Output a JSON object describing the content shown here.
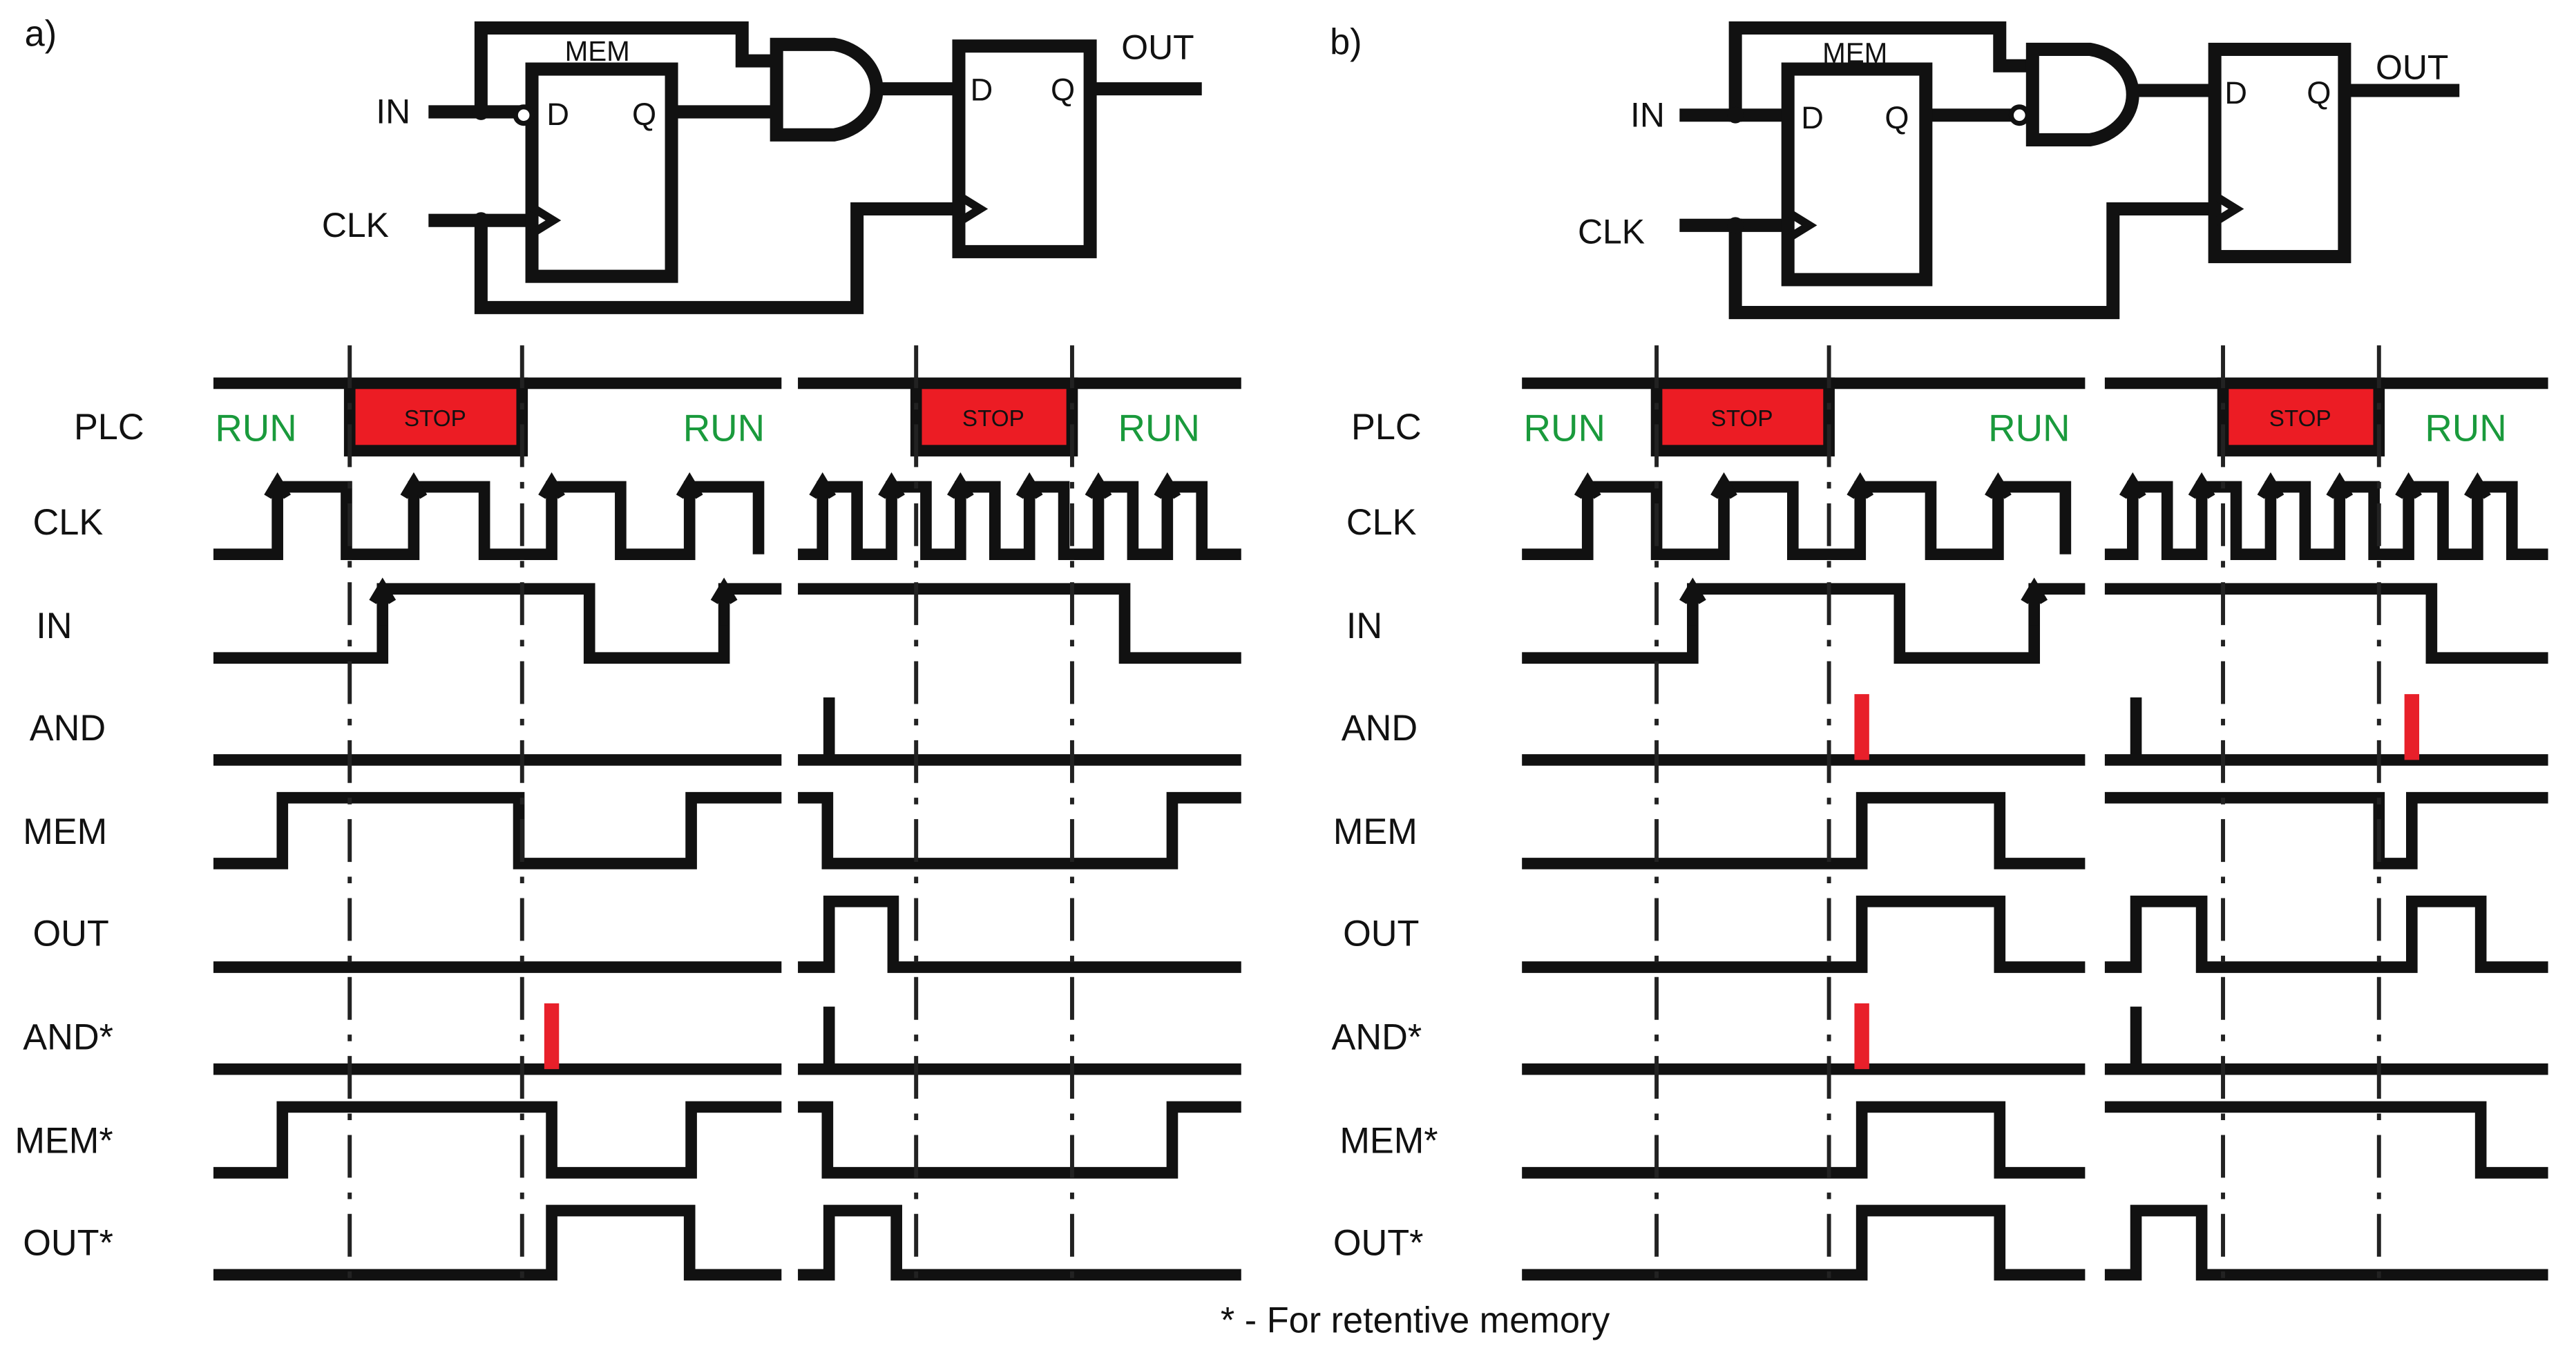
{
  "figure": {
    "panels": [
      {
        "id": "a",
        "panel_label": "a)",
        "circuit": {
          "mem_label": "MEM",
          "in_label": "IN",
          "clk_label": "CLK",
          "out_label": "OUT",
          "d1_label": "D",
          "q1_label": "Q",
          "d2_label": "D",
          "q2_label": "Q",
          "d_input_inverted": true,
          "and_input_inverted": false
        },
        "plc_states": {
          "run_left": "RUN",
          "stop_1": "STOP",
          "run_mid": "RUN",
          "stop_2": "STOP",
          "run_right": "RUN"
        }
      },
      {
        "id": "b",
        "panel_label": "b)",
        "circuit": {
          "mem_label": "MEM",
          "in_label": "IN",
          "clk_label": "CLK",
          "out_label": "OUT",
          "d1_label": "D",
          "q1_label": "Q",
          "d2_label": "D",
          "q2_label": "Q",
          "d_input_inverted": false,
          "and_input_inverted": true
        },
        "plc_states": {
          "run_left": "RUN",
          "stop_1": "STOP",
          "run_mid": "RUN",
          "stop_2": "STOP",
          "run_right": "RUN"
        }
      }
    ],
    "signal_labels": {
      "plc": "PLC",
      "clk": "CLK",
      "in": "IN",
      "and": "AND",
      "mem": "MEM",
      "out": "OUT",
      "and_ret": "AND*",
      "mem_ret": "MEM*",
      "out_ret": "OUT*"
    },
    "footnote": "* - For retentive memory",
    "colors": {
      "run_text": "#1a9a3c",
      "stop_fill": "#ec1c24",
      "glitch": "#e8202a",
      "line": "#111111"
    }
  }
}
